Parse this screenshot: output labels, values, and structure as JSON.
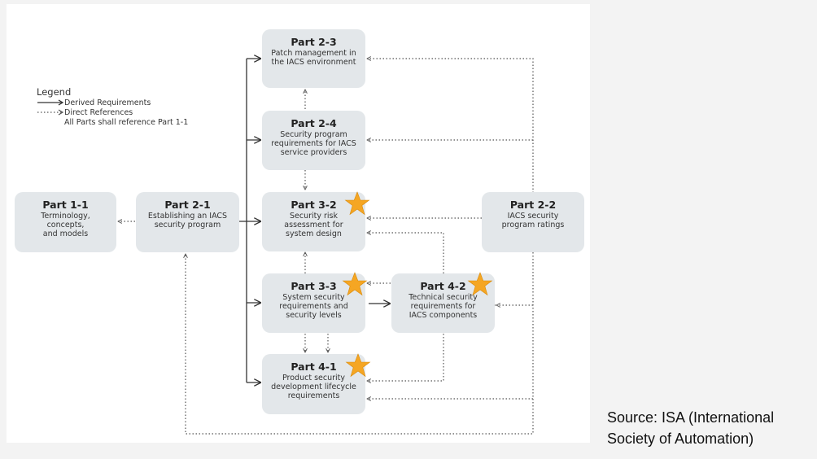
{
  "legend": {
    "title": "Legend",
    "derived": "Derived Requirements",
    "direct": "Direct References",
    "note": "All Parts shall reference Part 1-1"
  },
  "nodes": {
    "p11": {
      "title": "Part 1-1",
      "desc": "Terminology,\nconcepts,\nand models"
    },
    "p21": {
      "title": "Part 2-1",
      "desc": "Establishing an IACS\nsecurity program"
    },
    "p23": {
      "title": "Part 2-3",
      "desc": "Patch management  in\nthe IACS environment"
    },
    "p24": {
      "title": "Part 2-4",
      "desc": "Security program\nrequirements for IACS\nservice providers"
    },
    "p32": {
      "title": "Part 3-2",
      "desc": "Security risk\nassessment for\nsystem design"
    },
    "p33": {
      "title": "Part 3-3",
      "desc": "System security\nrequirements and\nsecurity levels"
    },
    "p41": {
      "title": "Part 4-1",
      "desc": "Product security\ndevelopment lifecycle\nrequirements"
    },
    "p42": {
      "title": "Part 4-2",
      "desc": "Technical security\nrequirements for\nIACS components"
    },
    "p22": {
      "title": "Part 2-2",
      "desc": "IACS security\nprogram ratings"
    }
  },
  "source": "Source: ISA (International\nSociety of Automation)",
  "colors": {
    "node_fill": "#e3e7ea",
    "star": "#f5a623",
    "line": "#333333"
  }
}
